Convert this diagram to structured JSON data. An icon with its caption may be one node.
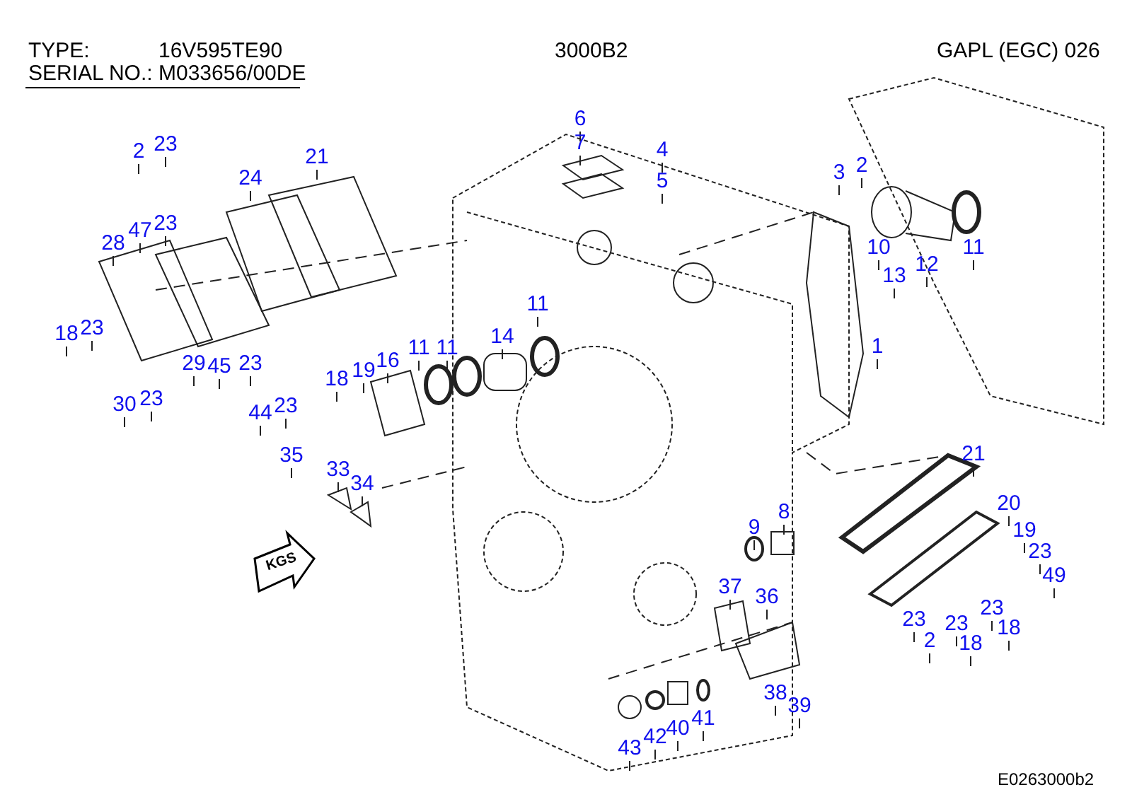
{
  "diagram": {
    "labels": [
      "TYPE:",
      "16V595TE90",
      "3000B2",
      "GAPL (EGC)  026",
      "SERIAL NO.:",
      "M033656/00DE",
      "6",
      "2",
      "23",
      "21",
      "7",
      "4",
      "24",
      "5",
      "3",
      "2",
      "47",
      "23",
      "28",
      "10",
      "11",
      "13",
      "12",
      "18",
      "23",
      "11",
      "1",
      "29",
      "45",
      "23",
      "11",
      "11",
      "14",
      "16",
      "19",
      "18",
      "30",
      "23",
      "44",
      "23",
      "35",
      "33",
      "34",
      "21",
      "20",
      "8",
      "9",
      "19",
      "23",
      "49",
      "KGS",
      "37",
      "36",
      "23",
      "23",
      "23",
      "2",
      "18",
      "18",
      "38",
      "39",
      "43",
      "42",
      "40",
      "41",
      "E0263000b2"
    ]
  }
}
